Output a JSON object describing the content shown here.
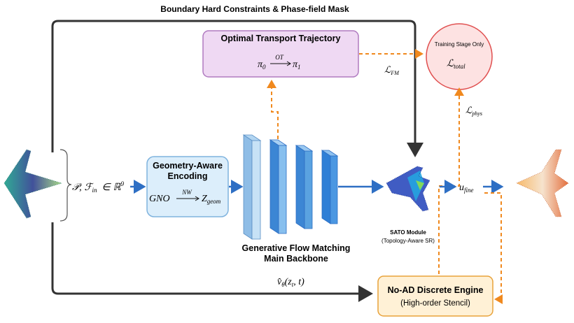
{
  "top_label": "Boundary Hard Constraints & Phase-field Mask",
  "ot_box": {
    "title": "Optimal Transport Trajectory",
    "formula_left": "π",
    "formula_left_sub": "0",
    "formula_arrow_label": "OT",
    "formula_right": "π",
    "formula_right_sub": "1",
    "fill": "#efd9f3",
    "stroke": "#b07ac0"
  },
  "loss_circle": {
    "caption": "Training Stage Only",
    "symbol": "ℒ",
    "symbol_sub": "total",
    "stroke": "#e05050"
  },
  "loss_fm": {
    "symbol": "ℒ",
    "sub": "FM"
  },
  "loss_phys": {
    "symbol": "ℒ",
    "sub": "phys"
  },
  "input_label": {
    "P": "𝒫",
    "F": "ℱ",
    "F_sub": "in",
    "in": "∈",
    "R": "ℝ",
    "R_sup": "9"
  },
  "gae_box": {
    "title_line1": "Geometry-Aware",
    "title_line2": "Encoding",
    "formula_left": "GNO",
    "formula_arrow_label": "NW",
    "formula_right": "Z",
    "formula_right_sub": "geom",
    "fill": "#dceefb",
    "stroke": "#7fb3de"
  },
  "backbone": {
    "label_line1": "Generative Flow Matching",
    "label_line2": "Main Backbone",
    "velocity_symbol": "v̂",
    "velocity_sub": "θ",
    "velocity_args": "(z",
    "velocity_args_sub": "t",
    "velocity_args_tail": ", t)"
  },
  "sato": {
    "title": "SATO Module",
    "subtitle": "(Topology-Aware SR)"
  },
  "u_fine": {
    "symbol": "u",
    "sub": "fine"
  },
  "noad_box": {
    "title": "No-AD Discrete Engine",
    "subtitle": "(High-order Stencil)",
    "fill": "#fff1d6",
    "stroke": "#e8a23a"
  },
  "colors": {
    "dark_arrow": "#333333",
    "blue_arrow": "#2e6fc4",
    "orange_dash": "#f0891e",
    "layer_light": "#a9d0ef",
    "layer_mid": "#5aa2e0",
    "layer_dark": "#2f7fd6"
  }
}
